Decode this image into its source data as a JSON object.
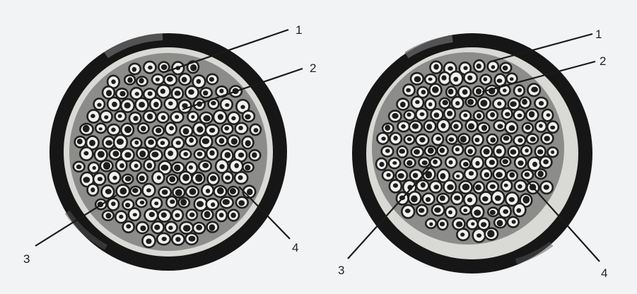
{
  "figure": {
    "sections": [
      {
        "labels": [
          "1",
          "2",
          "3",
          "4"
        ]
      },
      {
        "labels": [
          "1",
          "2",
          "3",
          "4"
        ]
      }
    ]
  },
  "colors": {
    "background": "#f2f3f5",
    "ring": "#161616",
    "ring_highlight": "#6d6d6d",
    "sheath": "#d9dad6",
    "cell_wall": "#202020",
    "cell_lumen": "#f0f0ee",
    "cell_core": "#1e1e1e",
    "leader": "#1a1a1a"
  }
}
